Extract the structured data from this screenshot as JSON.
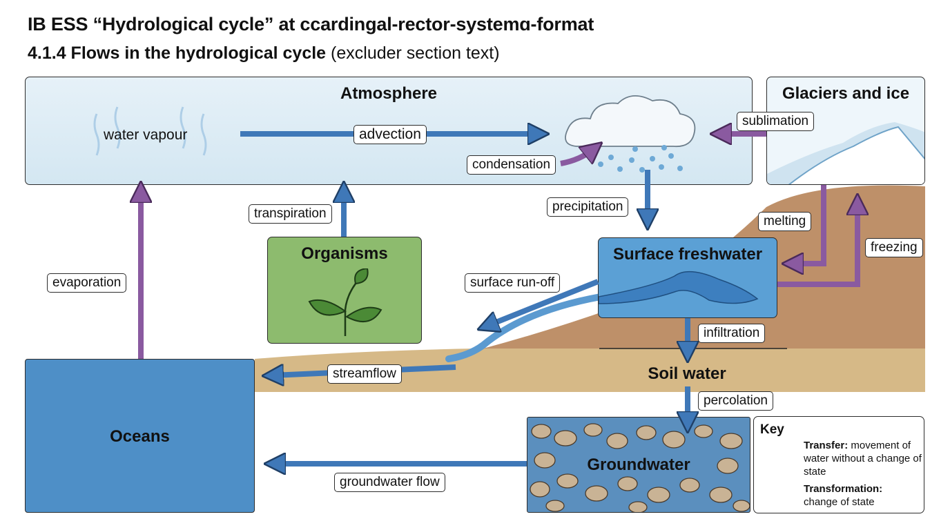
{
  "title": {
    "line1": "IB ESS  “Hydrological cycle” at ccardingal-rector-systemɑ-format",
    "line2_bold": "4.1.4 Flows in the hydrological cycle",
    "line2_light": " (excluder section text)"
  },
  "stores": {
    "atmosphere": "Atmosphere",
    "water_vapour": "water vapour",
    "glaciers": "Glaciers and ice",
    "organisms": "Organisms",
    "surface_freshwater": "Surface freshwater",
    "soil_water": "Soil water",
    "oceans": "Oceans",
    "groundwater": "Groundwater"
  },
  "flows": {
    "advection": "advection",
    "condensation": "condensation",
    "sublimation": "sublimation",
    "precipitation": "precipitation",
    "transpiration": "transpiration",
    "evaporation": "evaporation",
    "melting": "melting",
    "freezing": "freezing",
    "surface_runoff": "surface run-off",
    "infiltration": "infiltration",
    "streamflow": "streamflow",
    "percolation": "percolation",
    "groundwater_flow": "groundwater flow"
  },
  "key": {
    "title": "Key",
    "transfer_bold": "Transfer:",
    "transfer_text": " movement of water without a change of state",
    "transformation_bold": "Transformation:",
    "transformation_text": "change of state"
  },
  "colors": {
    "transfer": "#3f78b8",
    "transformation": "#8a5aa0"
  }
}
